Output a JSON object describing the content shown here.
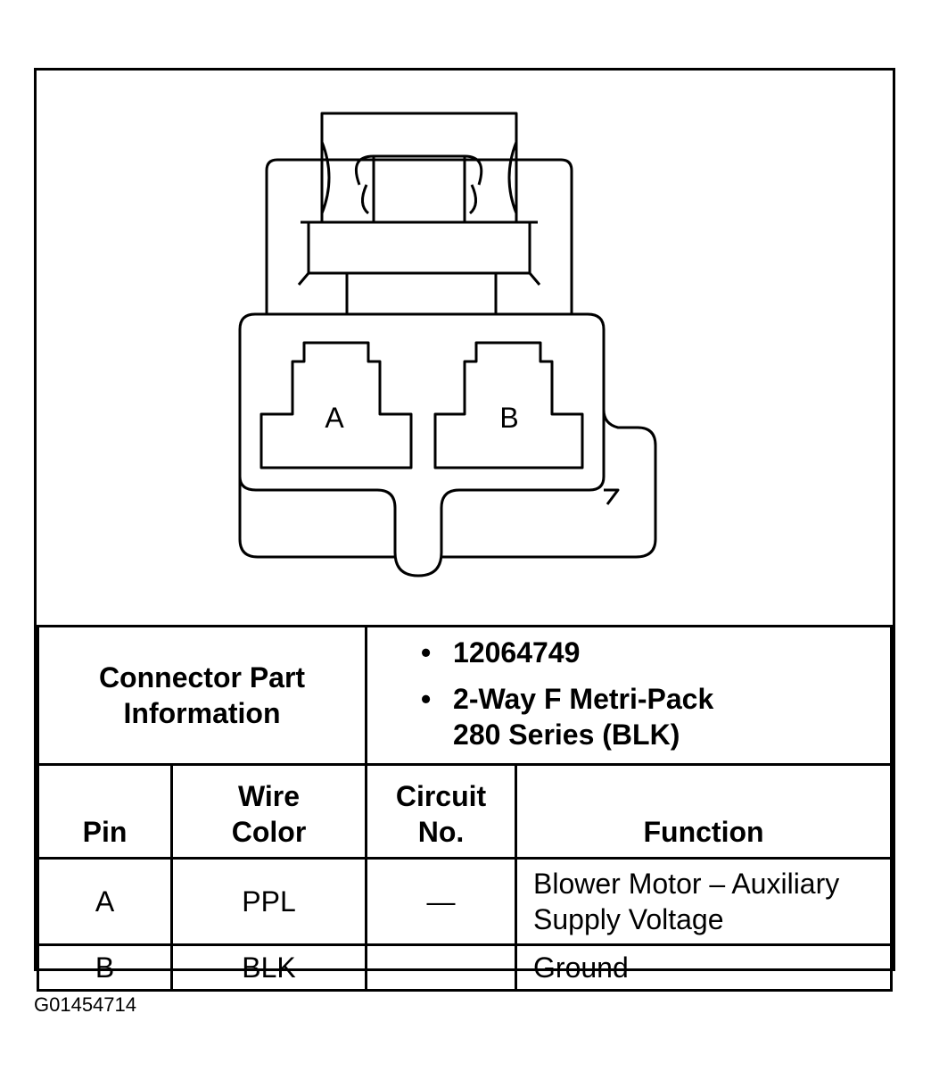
{
  "connector": {
    "pin_labels": [
      "A",
      "B"
    ]
  },
  "part_info": {
    "label_line1": "Connector Part",
    "label_line2": "Information",
    "bullet1": "12064749",
    "bullet2_line1": "2-Way F Metri-Pack",
    "bullet2_line2": "280 Series (BLK)"
  },
  "table": {
    "headers": {
      "pin": "Pin",
      "wire_line1": "Wire",
      "wire_line2": "Color",
      "circuit_line1": "Circuit",
      "circuit_line2": "No.",
      "function": "Function"
    },
    "rows": [
      {
        "pin": "A",
        "wire_color": "PPL",
        "circuit": "—",
        "function_line1": "Blower Motor – Auxiliary",
        "function_line2": "Supply Voltage"
      },
      {
        "pin": "B",
        "wire_color": "BLK",
        "circuit": "—",
        "function_line1": "Ground",
        "function_line2": ""
      }
    ]
  },
  "caption": "G01454714"
}
